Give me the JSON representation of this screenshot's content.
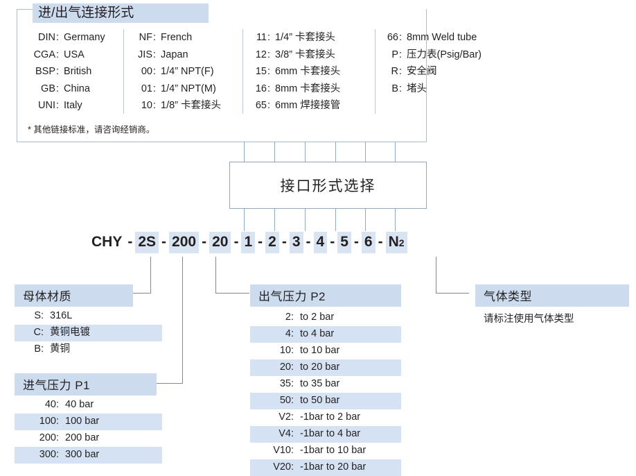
{
  "top_box": {
    "title": "进/出气连接形式",
    "columns": [
      {
        "rows": [
          {
            "code": "DIN",
            "desc": "Germany"
          },
          {
            "code": "CGA",
            "desc": "USA"
          },
          {
            "code": "BSP",
            "desc": "British"
          },
          {
            "code": "GB",
            "desc": "China"
          },
          {
            "code": "UNI",
            "desc": "Italy"
          }
        ]
      },
      {
        "rows": [
          {
            "code": "NF",
            "desc": "French"
          },
          {
            "code": "JIS",
            "desc": "Japan"
          },
          {
            "code": "00",
            "desc": "1/4” NPT(F)"
          },
          {
            "code": "01",
            "desc": "1/4” NPT(M)"
          },
          {
            "code": "10",
            "desc": "1/8”  卡套接头"
          }
        ]
      },
      {
        "rows": [
          {
            "code": "11",
            "desc": "1/4”  卡套接头"
          },
          {
            "code": "12",
            "desc": "3/8”  卡套接头"
          },
          {
            "code": "15",
            "desc": "6mm 卡套接头"
          },
          {
            "code": "16",
            "desc": "8mm 卡套接头"
          },
          {
            "code": "65",
            "desc": "6mm 焊接接管"
          }
        ]
      },
      {
        "rows": [
          {
            "code": "66",
            "desc": "8mm Weld tube"
          },
          {
            "code": "P",
            "desc": "压力表(Psig/Bar)"
          },
          {
            "code": "R",
            "desc": "安全阀"
          },
          {
            "code": "B",
            "desc": "堵头"
          }
        ]
      }
    ],
    "note": "* 其他链接标准，请咨询经销商。"
  },
  "interface_box": {
    "label": "接口形式选择"
  },
  "part_number": {
    "segments": [
      {
        "text": "CHY",
        "highlight": false
      },
      {
        "text": "2S",
        "highlight": true
      },
      {
        "text": "200",
        "highlight": true
      },
      {
        "text": "20",
        "highlight": true
      },
      {
        "text": "1",
        "highlight": true
      },
      {
        "text": "2",
        "highlight": true
      },
      {
        "text": "3",
        "highlight": true
      },
      {
        "text": "4",
        "highlight": true
      },
      {
        "text": "5",
        "highlight": true
      },
      {
        "text": "6",
        "highlight": true
      },
      {
        "text": "N2",
        "highlight": true
      }
    ],
    "separator": "-",
    "full": "CHY - 2S -200- 20 - 1 - 2 - 3 - 4 - 5 - 6 - N2"
  },
  "body_material": {
    "title": "母体材质",
    "items": [
      {
        "code": "S",
        "desc": "316L",
        "highlight": false
      },
      {
        "code": "C",
        "desc": "黄铜电镀",
        "highlight": true
      },
      {
        "code": "B",
        "desc": "黄铜",
        "highlight": false
      }
    ]
  },
  "inlet_pressure": {
    "title": "进气压力 P1",
    "items": [
      {
        "code": "40",
        "desc": "40 bar",
        "highlight": false
      },
      {
        "code": "100",
        "desc": "100 bar",
        "highlight": true
      },
      {
        "code": "200",
        "desc": "200 bar",
        "highlight": false
      },
      {
        "code": "300",
        "desc": "300 bar",
        "highlight": true
      }
    ]
  },
  "outlet_pressure": {
    "title": "出气压力 P2",
    "items": [
      {
        "code": "2",
        "desc": "to 2 bar",
        "highlight": false
      },
      {
        "code": "4",
        "desc": "to 4 bar",
        "highlight": true
      },
      {
        "code": "10",
        "desc": "to 10 bar",
        "highlight": false
      },
      {
        "code": "20",
        "desc": "to 20 bar",
        "highlight": true
      },
      {
        "code": "35",
        "desc": "to 35 bar",
        "highlight": false
      },
      {
        "code": "50",
        "desc": "to 50 bar",
        "highlight": true
      },
      {
        "code": "V2",
        "desc": "-1bar to 2 bar",
        "highlight": false
      },
      {
        "code": "V4",
        "desc": "-1bar to 4 bar",
        "highlight": true
      },
      {
        "code": "V10",
        "desc": "-1bar to 10 bar",
        "highlight": false
      },
      {
        "code": "V20",
        "desc": "-1bar to 20 bar",
        "highlight": true
      }
    ]
  },
  "gas_type": {
    "title": "气体类型",
    "note": "请标注使用气体类型"
  },
  "colors": {
    "highlight": "#d4e2f3",
    "title_bar": "#ccdcee",
    "box_border": "#8fa9c4",
    "connector": "#7b8a99",
    "text": "#231f20"
  }
}
